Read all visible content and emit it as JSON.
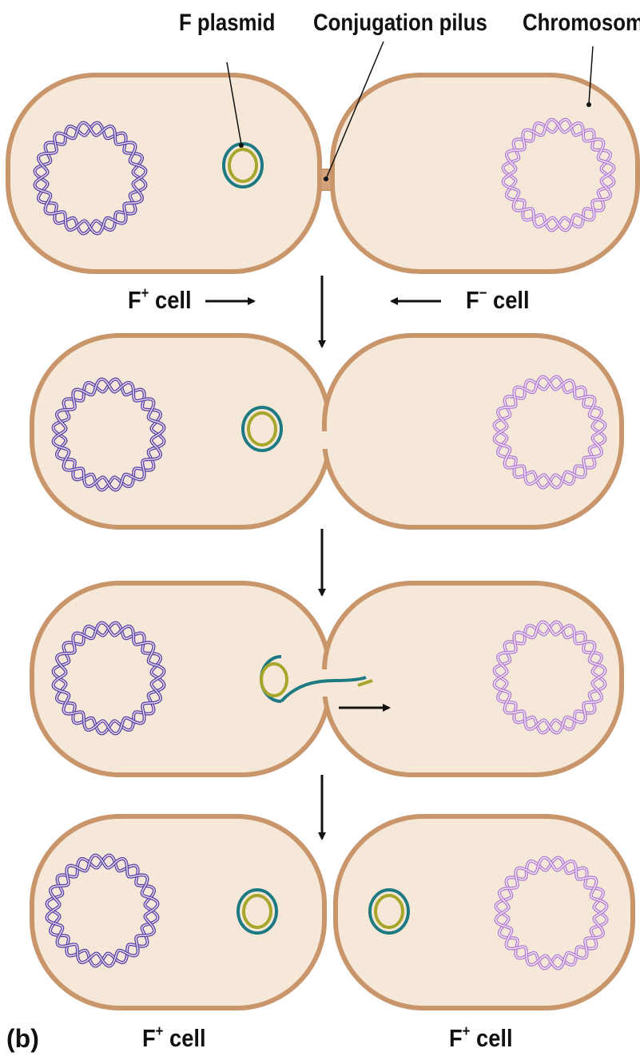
{
  "labels": {
    "f_plasmid": "F plasmid",
    "conjugation_pilus": "Conjugation pilus",
    "chromosome": "Chromosom",
    "panel": "(b)"
  },
  "cell_labels": {
    "top_left": {
      "name": "F",
      "sup": "+",
      "suffix": " cell"
    },
    "top_right": {
      "name": "F",
      "sup": "−",
      "suffix": " cell"
    },
    "bottom_left": {
      "name": "F",
      "sup": "+",
      "suffix": " cell"
    },
    "bottom_right": {
      "name": "F",
      "sup": "+",
      "suffix": " cell"
    }
  },
  "colors": {
    "cell_fill": "#f6e8d9",
    "cell_outline": "#c9956a",
    "donor_chromosome": "#5b3fa6",
    "recipient_chromosome": "#b27ad3",
    "plasmid_outer": "#1e7a82",
    "plasmid_inner": "#a7a62a",
    "arrow": "#111111"
  },
  "icons": [
    "arrow-right-icon",
    "arrow-left-icon",
    "arrow-down-icon"
  ]
}
